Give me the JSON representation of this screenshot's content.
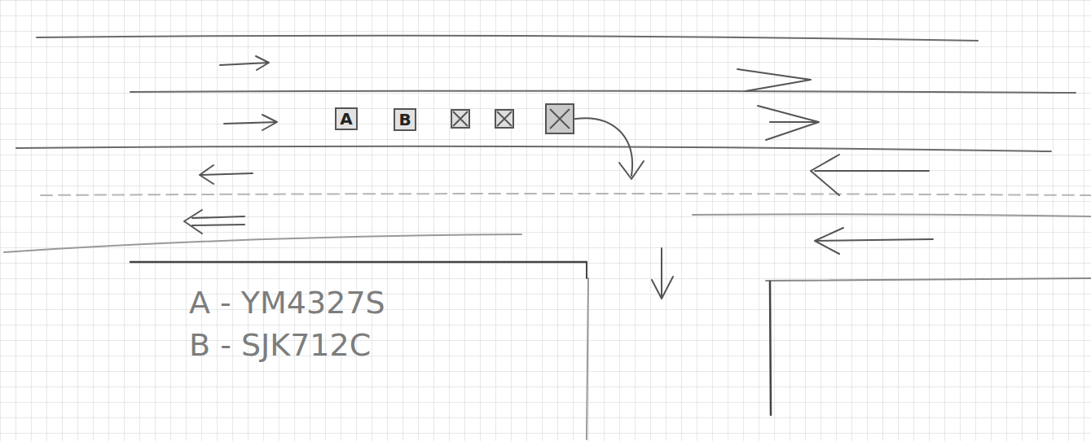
{
  "diagram": {
    "nodes": [
      {
        "text": [
          "A"
        ]
      },
      {
        "text": [
          "B"
        ]
      }
    ],
    "labels": [
      "A - YM4327S",
      "B - SJK712C"
    ]
  }
}
